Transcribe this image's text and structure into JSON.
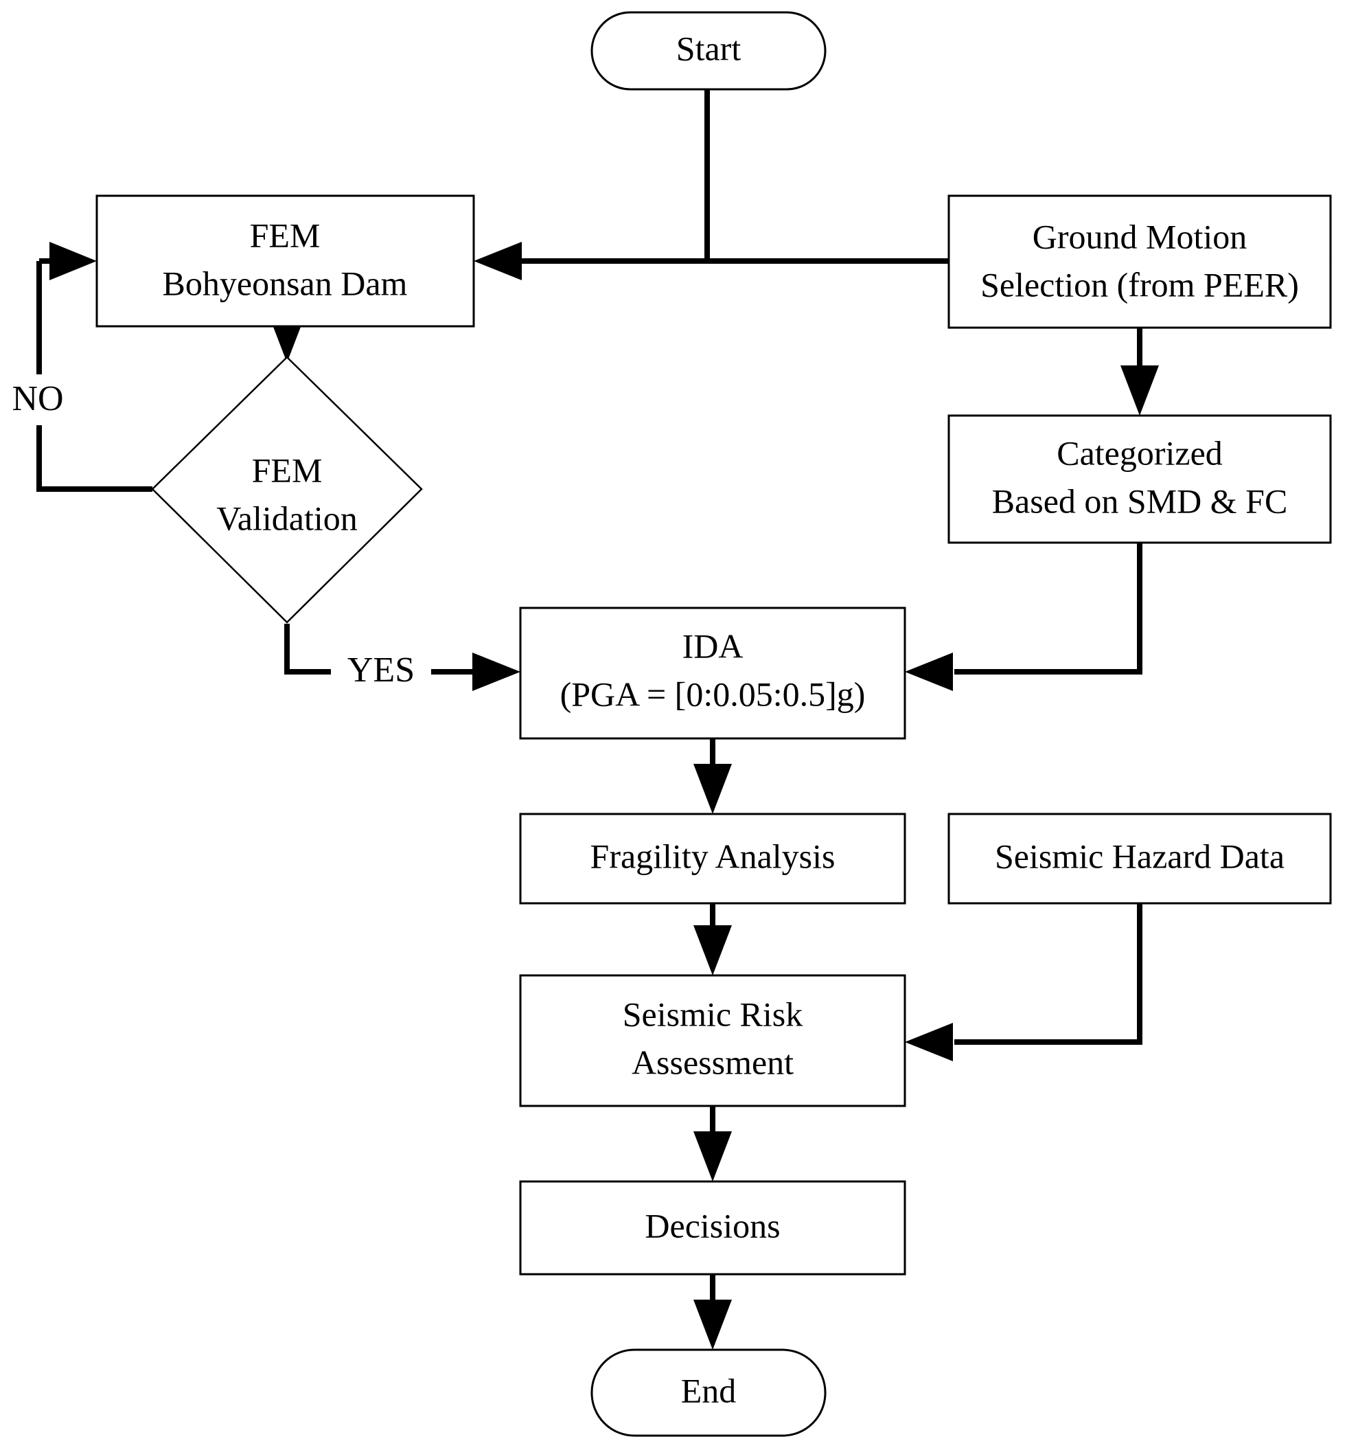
{
  "diagram": {
    "title": "Seismic Risk Assessment Framework Flowchart",
    "type": "flowchart",
    "background_color": "#ffffff",
    "line_color": "#000000",
    "text_color": "#000000"
  },
  "nodes": {
    "start": {
      "label": "Start",
      "shape": "capsule"
    },
    "fem_model": {
      "line1": "FEM",
      "line2": "Bohyeonsan Dam",
      "shape": "rectangle"
    },
    "ground_motion": {
      "line1": "Ground Motion",
      "line2": "Selection (from PEER)",
      "shape": "rectangle"
    },
    "fem_validation": {
      "line1": "FEM",
      "line2": "Validation",
      "shape": "diamond"
    },
    "categorized": {
      "line1": "Categorized",
      "line2": "Based on SMD & FC",
      "shape": "rectangle"
    },
    "ida": {
      "line1": "IDA",
      "line2": "(PGA = [0:0.05:0.5]g)",
      "shape": "rectangle"
    },
    "fragility": {
      "line1": "Fragility Analysis",
      "shape": "rectangle"
    },
    "hazard": {
      "line1": "Seismic Hazard Data",
      "shape": "rectangle"
    },
    "risk": {
      "line1": "Seismic Risk",
      "line2": "Assessment",
      "shape": "rectangle"
    },
    "decisions": {
      "line1": "Decisions",
      "shape": "rectangle"
    },
    "end": {
      "label": "End",
      "shape": "capsule"
    }
  },
  "edge_labels": {
    "no": "NO",
    "yes": "YES"
  }
}
